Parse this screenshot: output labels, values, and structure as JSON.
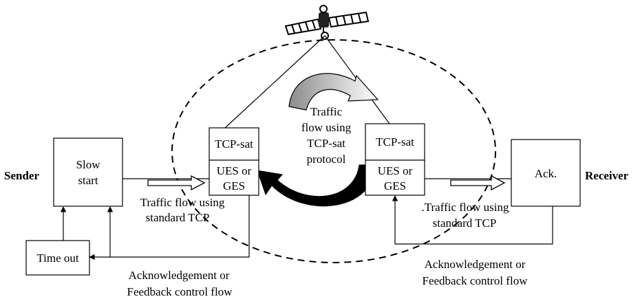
{
  "sender": {
    "label": "Sender",
    "slow_start_lines": [
      "Slow",
      "start"
    ],
    "time_out": "Time out"
  },
  "receiver": {
    "label": "Receiver",
    "ack": "Ack."
  },
  "left_gateway": {
    "tcp_sat": "TCP-sat",
    "ues_lines": [
      "UES or",
      "GES"
    ]
  },
  "right_gateway": {
    "tcp_sat": "TCP-sat",
    "ues_lines": [
      "UES or",
      "GES"
    ]
  },
  "satellite_flow_lines": [
    "Traffic",
    "flow using",
    "TCP-sat",
    "protocol"
  ],
  "left_flow_lines": [
    "Traffic flow using",
    "standard TCP"
  ],
  "right_flow_lines": [
    ".Traffic flow using",
    "standard TCP"
  ],
  "left_feedback_lines": [
    "Acknowledgement or",
    "Feedback control flow"
  ],
  "right_feedback_lines": [
    "Acknowledgement or",
    "Feedback control flow"
  ]
}
